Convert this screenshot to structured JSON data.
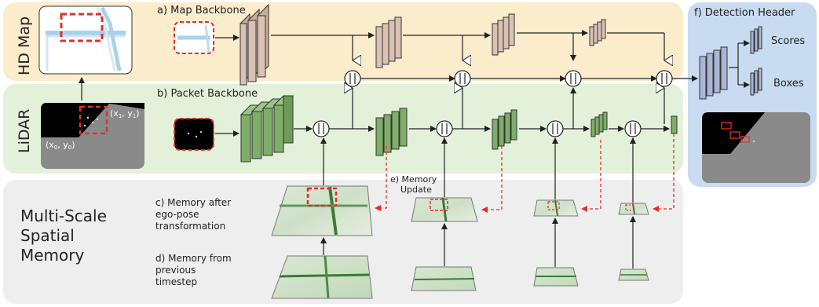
{
  "rows": {
    "hd_map": "HD Map",
    "lidar": "LiDAR",
    "memory": [
      "Multi-Scale",
      "Spatial",
      "Memory"
    ]
  },
  "labels": {
    "map_backbone": "a) Map Backbone",
    "packet_backbone": "b) Packet Backbone",
    "memory_after": [
      "c) Memory after",
      "ego-pose",
      "transformation"
    ],
    "memory_prev": [
      "d) Memory from",
      "previous",
      "timestep"
    ],
    "memory_update": [
      "e) Memory",
      "Update"
    ],
    "detection_header": "f) Detection Header",
    "scores": "Scores",
    "boxes": "Boxes"
  },
  "coords": {
    "x0": "(x",
    "x0_sub": "0",
    "x0_sep": ", y",
    "x0_sub2": "0",
    "x0_end": ")",
    "x1": "(x",
    "x1_sub": "1",
    "x1_sep": ", y",
    "x1_sub2": "1",
    "x1_end": ")"
  },
  "colors": {
    "hd_map_bg": "#fbeccb",
    "lidar_bg": "#e3f1da",
    "memory_bg": "#eeeeee",
    "detection_bg": "#c9dbf0",
    "map_block": "#d9c2b4",
    "lidar_block": "#7fae68",
    "detect_block": "#aab6d6",
    "dashed_red": "#e0302c"
  },
  "icons": [
    "concat-icon",
    "plus-arrow-icon"
  ]
}
